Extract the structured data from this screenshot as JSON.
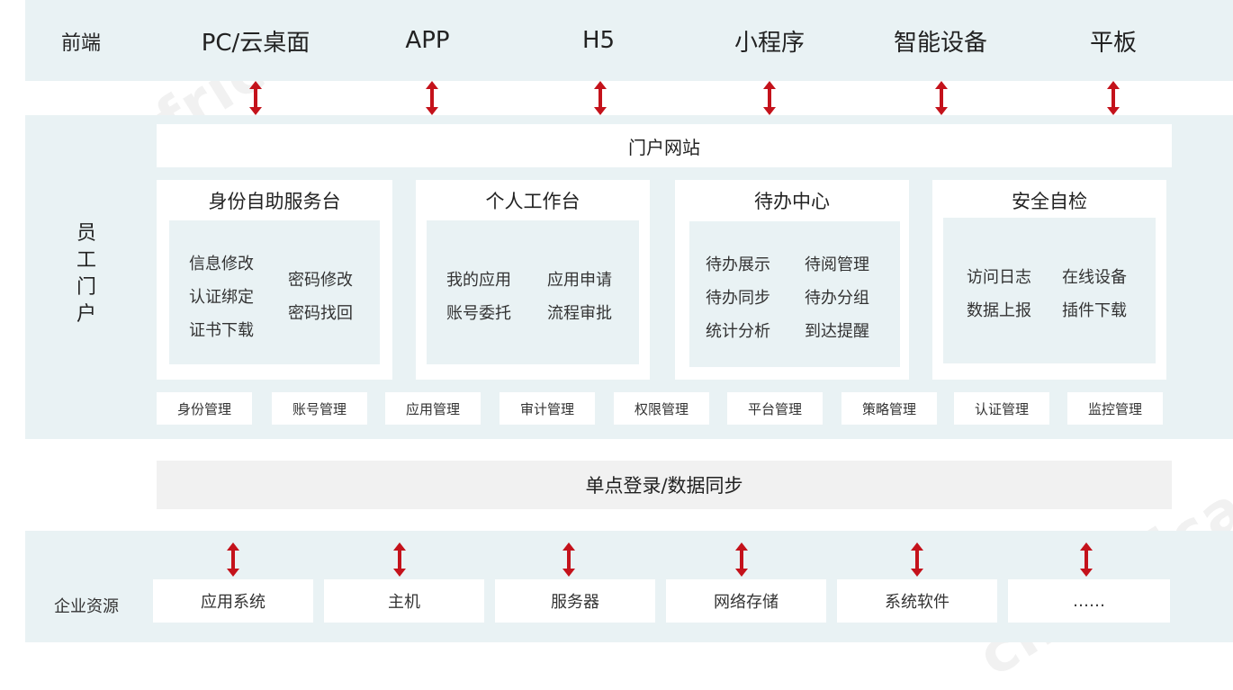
{
  "frontend": {
    "label": "前端",
    "items": [
      "PC/云桌面",
      "APP",
      "H5",
      "小程序",
      "智能设备",
      "平板"
    ]
  },
  "portal": {
    "side_label": [
      "员",
      "工",
      "门",
      "户"
    ],
    "title": "门户网站",
    "cards": [
      {
        "title": "身份自助服务台",
        "col1": [
          "信息修改",
          "认证绑定",
          "证书下载"
        ],
        "col2": [
          "密码修改",
          "密码找回"
        ]
      },
      {
        "title": "个人工作台",
        "col1": [
          "我的应用",
          "账号委托"
        ],
        "col2": [
          "应用申请",
          "流程审批"
        ]
      },
      {
        "title": "待办中心",
        "col1": [
          "待办展示",
          "待办同步",
          "统计分析"
        ],
        "col2": [
          "待阅管理",
          "待办分组",
          "到达提醒"
        ]
      },
      {
        "title": "安全自检",
        "col1": [
          "访问日志",
          "数据上报"
        ],
        "col2": [
          "在线设备",
          "插件下载"
        ]
      }
    ],
    "management": [
      "身份管理",
      "账号管理",
      "应用管理",
      "审计管理",
      "权限管理",
      "平台管理",
      "策略管理",
      "认证管理",
      "监控管理"
    ]
  },
  "sso": {
    "label": "单点登录/数据同步"
  },
  "resources": {
    "label": "企业资源",
    "items": [
      "应用系统",
      "主机",
      "服务器",
      "网络存储",
      "系统软件",
      "……"
    ]
  },
  "watermark": "cn-africa.cn",
  "colors": {
    "band": "#e9f2f4",
    "arrow": "#c4121b",
    "sso_band": "#f1f1f1"
  },
  "icons": [
    "double-arrow-icon"
  ]
}
